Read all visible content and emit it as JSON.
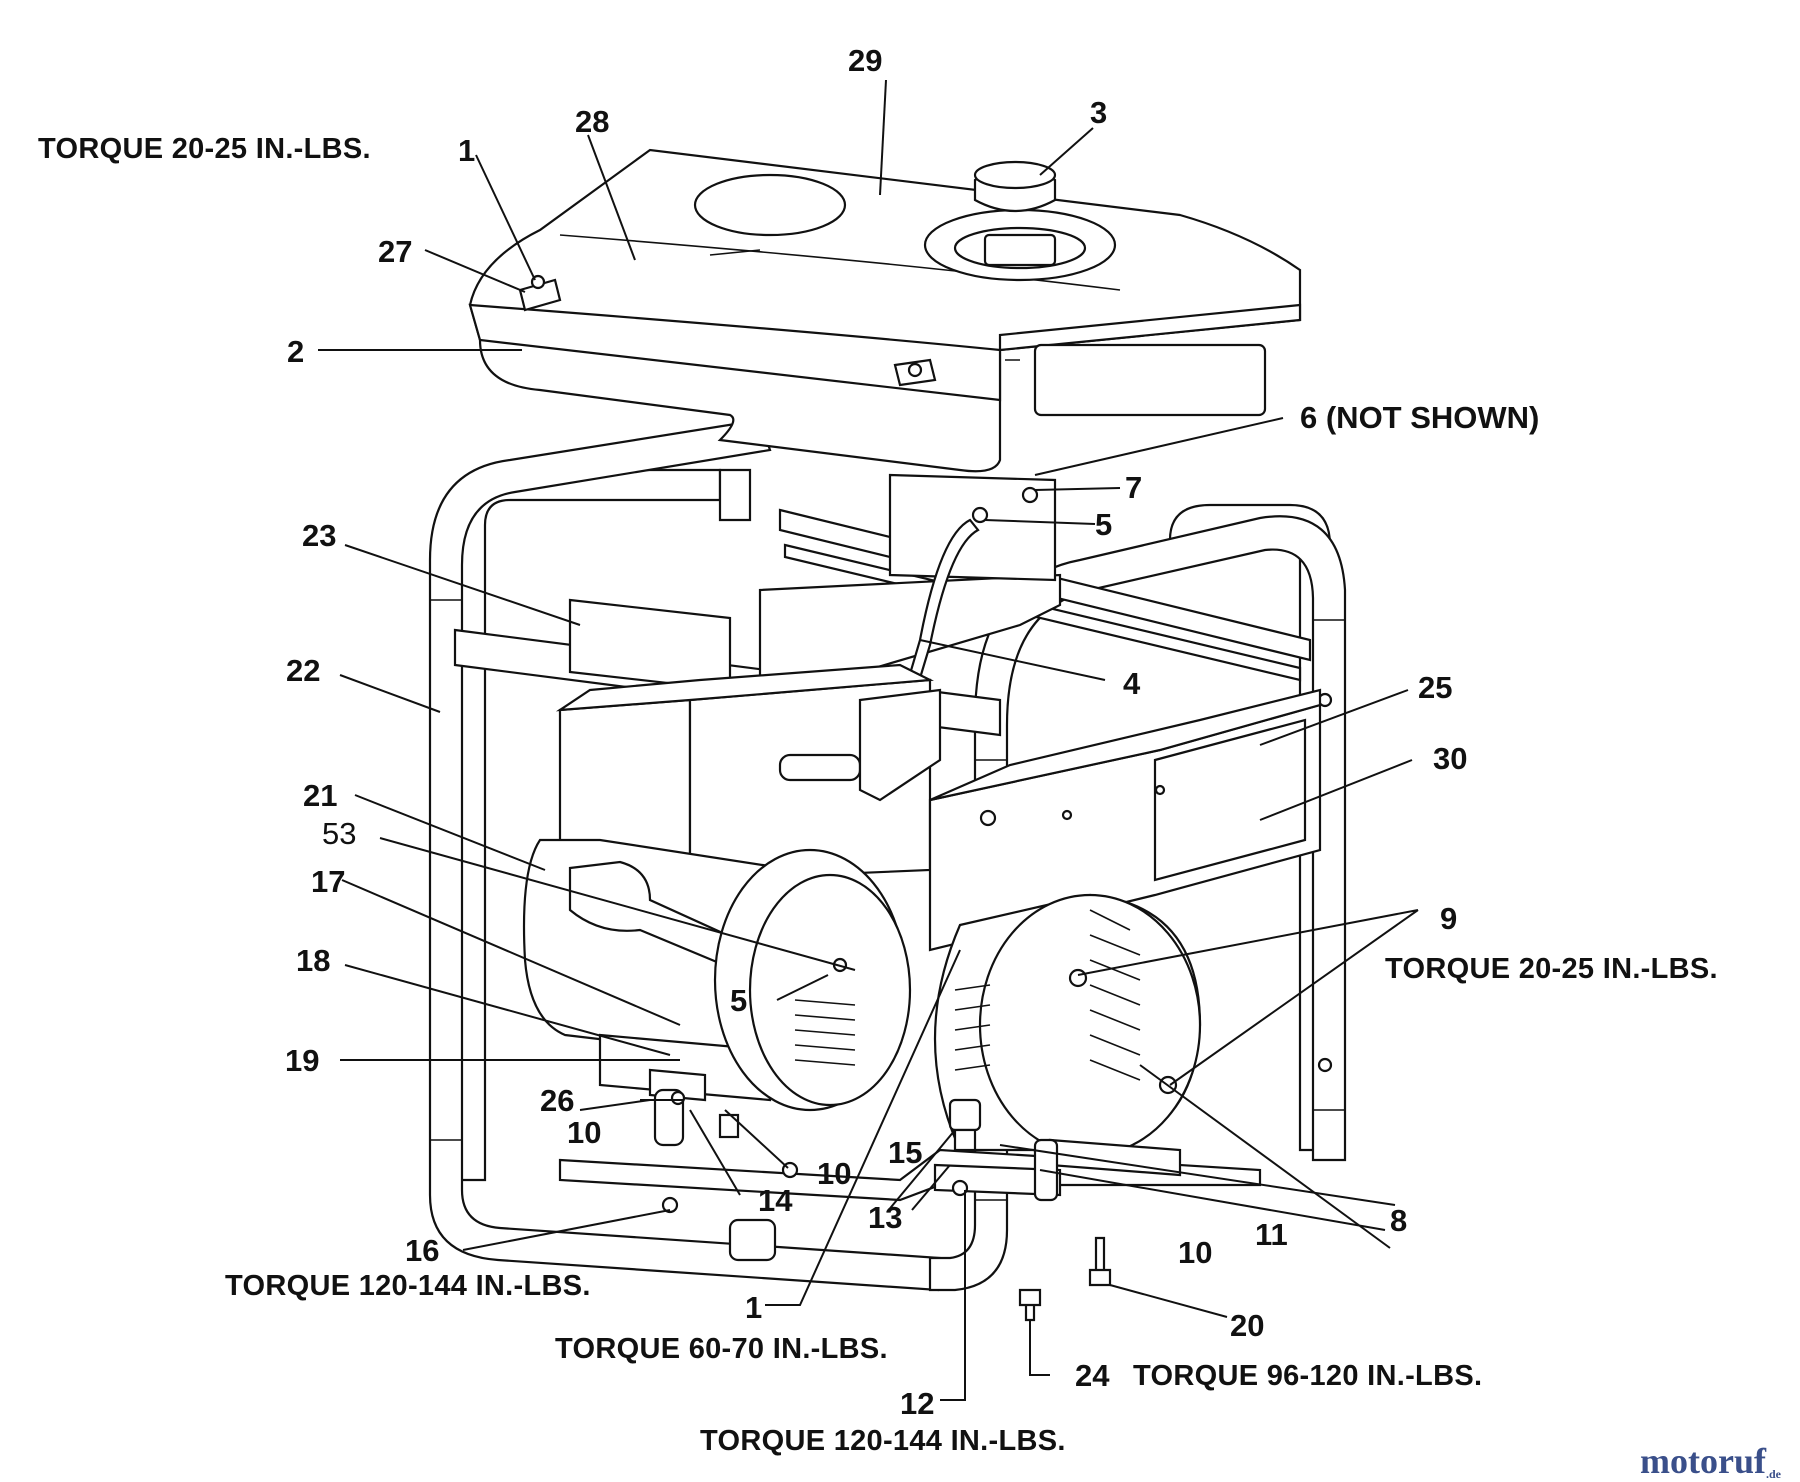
{
  "labels": {
    "l29": "29",
    "l28": "28",
    "l3": "3",
    "l1a": "1",
    "l27": "27",
    "l2": "2",
    "l6": "6 (NOT SHOWN)",
    "l7": "7",
    "l5a": "5",
    "l23": "23",
    "l4": "4",
    "l22": "22",
    "l25": "25",
    "l30": "30",
    "l21": "21",
    "l53": "53",
    "l17": "17",
    "l9": "9",
    "l18": "18",
    "l5b": "5",
    "l19": "19",
    "l26": "26",
    "l10a": "10",
    "l10b": "10",
    "l15": "15",
    "l14": "14",
    "l13": "13",
    "l11": "11",
    "l8": "8",
    "l16": "16",
    "l10c": "10",
    "l1b": "1",
    "l20": "20",
    "l12": "12",
    "l24": "24"
  },
  "torque": {
    "t_top": "TORQUE 20-25 IN.-LBS.",
    "t_right": "TORQUE 20-25 IN.-LBS.",
    "t_16": "TORQUE 120-144 IN.-LBS.",
    "t_1b": "TORQUE 60-70 IN.-LBS.",
    "t_24": "TORQUE 96-120 IN.-LBS.",
    "t_12": "TORQUE 120-144 IN.-LBS."
  },
  "watermark": {
    "text": "motoruf",
    "suffix": ".de"
  }
}
